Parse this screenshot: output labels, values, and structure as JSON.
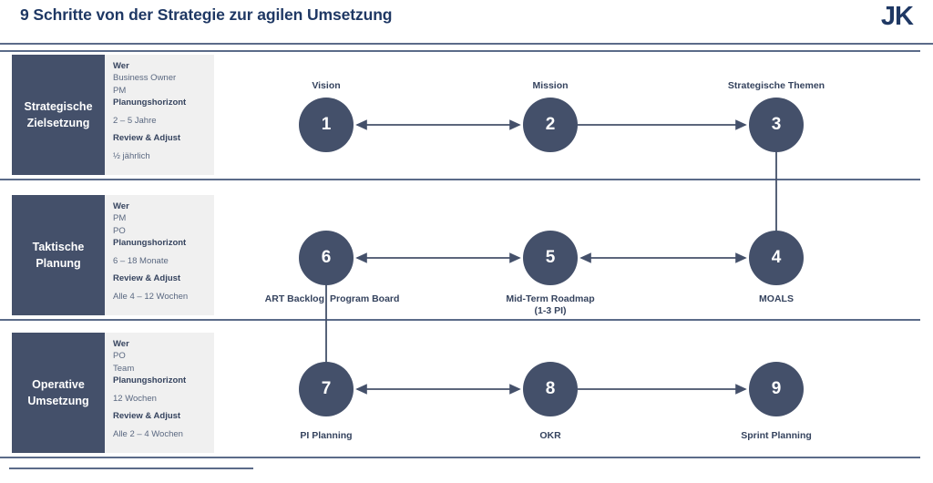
{
  "header": {
    "title": "9 Schritte von der Strategie zur agilen Umsetzung",
    "logo": "JK"
  },
  "rows": [
    {
      "phase": "Strategische Zielsetzung",
      "info": {
        "who_label": "Wer",
        "who_values": [
          "Business Owner",
          "PM"
        ],
        "horizon_label": "Planungshorizont",
        "horizon_value": "2 – 5 Jahre",
        "review_label": "Review & Adjust",
        "review_value": "½ jährlich"
      },
      "nodes": [
        {
          "number": "1",
          "label": "Vision"
        },
        {
          "number": "2",
          "label": "Mission"
        },
        {
          "number": "3",
          "label": "Strategische Themen"
        }
      ]
    },
    {
      "phase": "Taktische Planung",
      "info": {
        "who_label": "Wer",
        "who_values": [
          "PM",
          "PO"
        ],
        "horizon_label": "Planungshorizont",
        "horizon_value": "6 – 18 Monate",
        "review_label": "Review & Adjust",
        "review_value": "Alle 4 – 12 Wochen"
      },
      "nodes": [
        {
          "number": "6",
          "label": "ART Backlog",
          "label2": "Program Board"
        },
        {
          "number": "5",
          "label": "Mid-Term Roadmap",
          "label2": "(1-3 PI)"
        },
        {
          "number": "4",
          "label": "MOALS"
        }
      ]
    },
    {
      "phase": "Operative Umsetzung",
      "info": {
        "who_label": "Wer",
        "who_values": [
          "PO",
          "Team"
        ],
        "horizon_label": "Planungshorizont",
        "horizon_value": "12 Wochen",
        "review_label": "Review & Adjust",
        "review_value": "Alle 2 – 4 Wochen"
      },
      "nodes": [
        {
          "number": "7",
          "label": "PI Planning"
        },
        {
          "number": "8",
          "label": "OKR"
        },
        {
          "number": "9",
          "label": "Sprint Planning"
        }
      ]
    }
  ],
  "colors": {
    "navy_title": "#1f3864",
    "slate_fill": "#44506a",
    "rule": "#5b6b89",
    "info_bg": "#f0f0f0",
    "value_text": "#5a6880"
  }
}
